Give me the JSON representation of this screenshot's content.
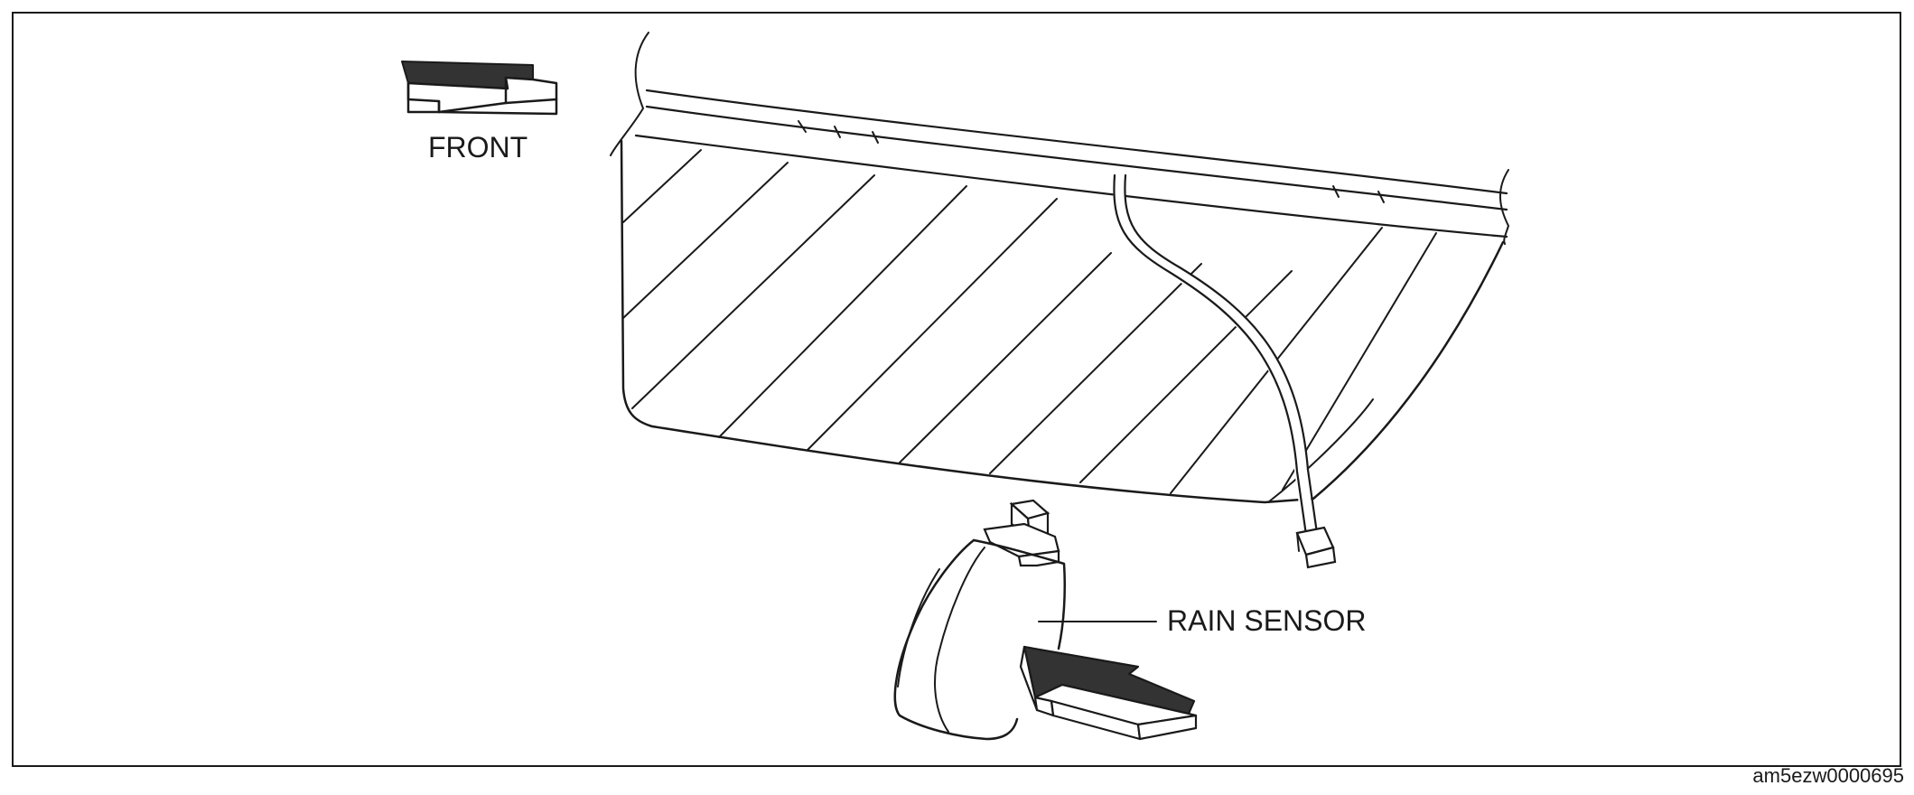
{
  "labels": {
    "front": "FRONT",
    "rain_sensor": "RAIN SENSOR",
    "figure_id": "am5ezw0000695"
  },
  "colors": {
    "line": "#1a1a1a",
    "background": "#ffffff",
    "arrow_fill": "#333333"
  }
}
